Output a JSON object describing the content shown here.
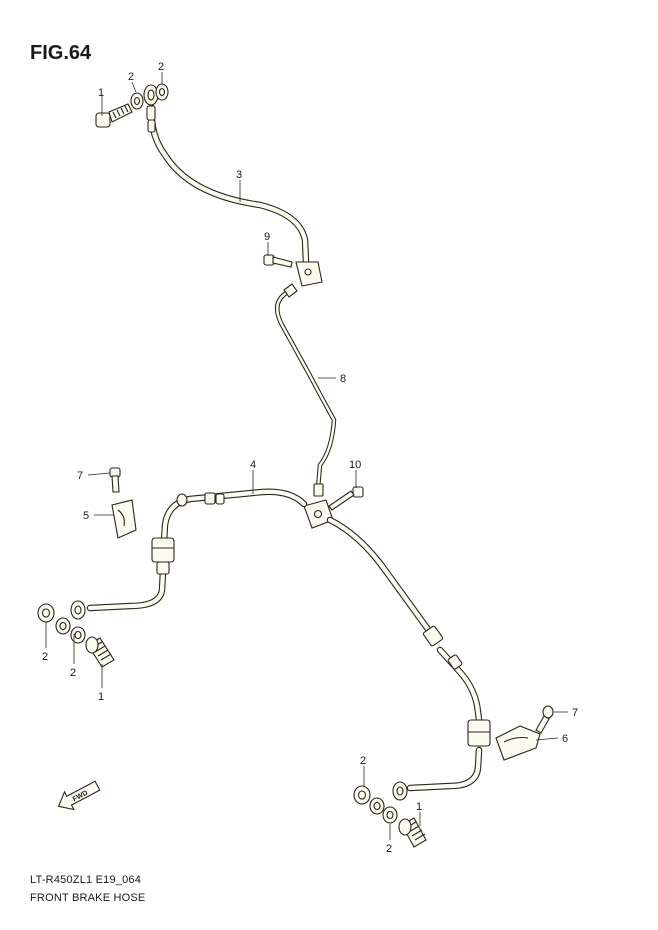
{
  "figure": {
    "title": "FIG.64",
    "model_code": "LT-R450ZL1 E19_064",
    "caption": "FRONT BRAKE HOSE",
    "fwd_label": "FWD"
  },
  "callouts": [
    {
      "id": "c1a",
      "number": "1"
    },
    {
      "id": "c2a",
      "number": "2"
    },
    {
      "id": "c2b",
      "number": "2"
    },
    {
      "id": "c3",
      "number": "3"
    },
    {
      "id": "c9",
      "number": "9"
    },
    {
      "id": "c8",
      "number": "8"
    },
    {
      "id": "c4",
      "number": "4"
    },
    {
      "id": "c10",
      "number": "10"
    },
    {
      "id": "c7a",
      "number": "7"
    },
    {
      "id": "c5",
      "number": "5"
    },
    {
      "id": "c2c",
      "number": "2"
    },
    {
      "id": "c2d",
      "number": "2"
    },
    {
      "id": "c1b",
      "number": "1"
    },
    {
      "id": "c7b",
      "number": "7"
    },
    {
      "id": "c6",
      "number": "6"
    },
    {
      "id": "c2e",
      "number": "2"
    },
    {
      "id": "c1c",
      "number": "1"
    },
    {
      "id": "c2f",
      "number": "2"
    }
  ],
  "colors": {
    "line": "#2a2718",
    "part_fill": "#fbfbf2",
    "background": "#ffffff"
  }
}
